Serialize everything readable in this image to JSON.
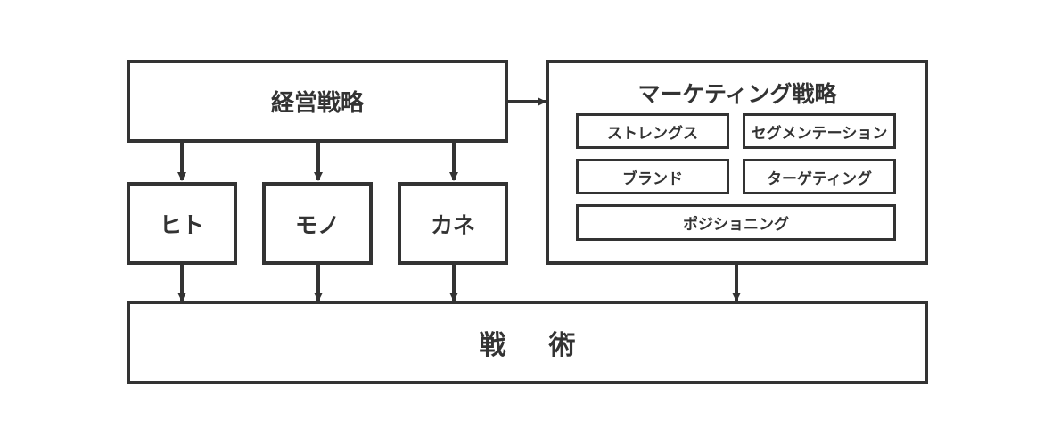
{
  "management_strategy": "経営戦略",
  "resources": [
    "ヒト",
    "モノ",
    "カネ"
  ],
  "marketing": {
    "title": "マーケティング戦略",
    "items": [
      "ストレングス",
      "セグメンテーション",
      "ブランド",
      "ターゲティング",
      "ポジショニング"
    ]
  },
  "tactics": "戦術",
  "colors": {
    "stroke": "#333333",
    "background": "#ffffff"
  }
}
